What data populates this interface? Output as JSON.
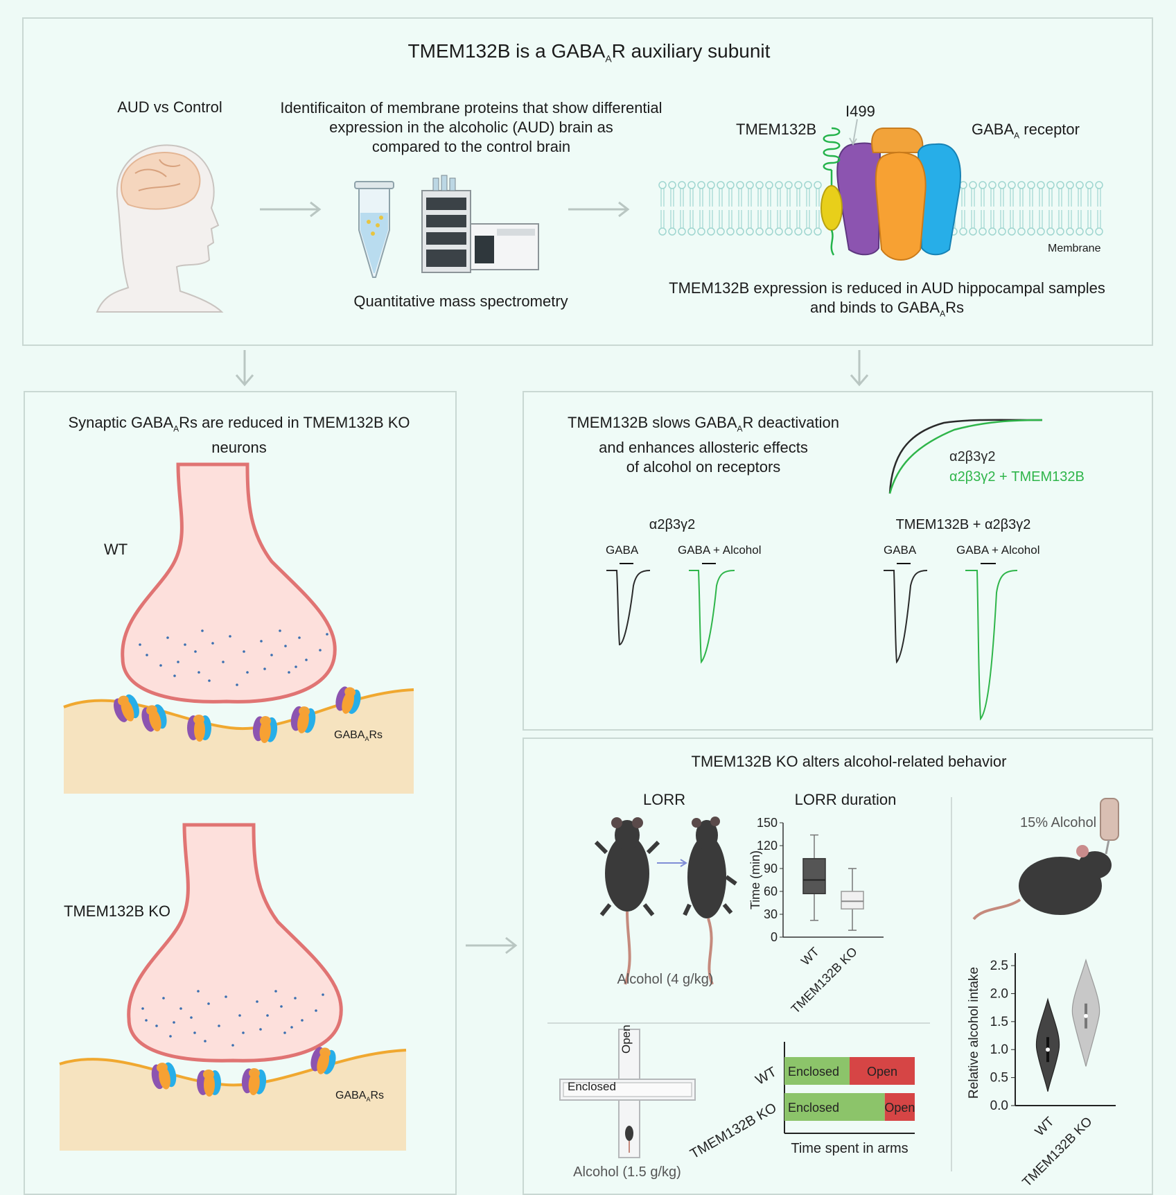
{
  "top": {
    "title_main": "TMEM132B is a GABA",
    "title_sub": "A",
    "title_end": "R auxiliary subunit",
    "aud_label": "AUD vs Control",
    "ident_text_l1": "Identificaiton of membrane proteins that show differential",
    "ident_text_l2": "expression in the alcoholic (AUD) brain as",
    "ident_text_l3": "compared to the control brain",
    "mass_spec": "Quantitative mass spectrometry",
    "tmem_label": "TMEM132B",
    "i499": "I499",
    "receptor_main": "GABA",
    "receptor_sub": "A",
    "receptor_end": " receptor",
    "membrane": "Membrane",
    "conclusion_l1": "TMEM132B expression is reduced in AUD hippocampal samples",
    "conclusion_l2_a": "and binds to GABA",
    "conclusion_l2_sub": "A",
    "conclusion_l2_b": "Rs"
  },
  "left": {
    "title_l1_a": "Synaptic GABA",
    "title_l1_sub": "A",
    "title_l1_b": "Rs are reduced in TMEM132B KO",
    "title_l2": "neurons",
    "wt": "WT",
    "ko": "TMEM132B KO",
    "gabars_a": "GABA",
    "gabars_sub": "A",
    "gabars_b": "Rs"
  },
  "deact": {
    "title_l1_a": "TMEM132B slows GABA",
    "title_l1_sub": "A",
    "title_l1_b": "R deactivation",
    "title_l2": "and enhances allosteric effects",
    "title_l3": "of alcohol on receptors",
    "legend_black": "α2β3γ2",
    "legend_green": "α2β3γ2 + TMEM132B",
    "group1": "α2β3γ2",
    "group2": "TMEM132B + α2β3γ2",
    "gaba": "GABA",
    "gaba_alcohol": "GABA + Alcohol"
  },
  "behavior": {
    "title": "TMEM132B KO alters alcohol-related behavior",
    "lorr": "LORR",
    "lorr_dose": "Alcohol (4 g/kg)",
    "alcohol_15": "15% Alcohol",
    "epm_dose": "Alcohol (1.5 g/kg)",
    "epm_open": "Open",
    "epm_enclosed": "Enclosed"
  },
  "colors": {
    "black_trace": "#2a2a2a",
    "green_trace": "#2fb54a",
    "enclosed": "#8cc46a",
    "open": "#d64545",
    "synapse_fill": "#fde0dc",
    "synapse_edge": "#e07473",
    "postsyn": "#f6e3bf",
    "membrane_line": "#f0a830"
  },
  "chart_data": [
    {
      "type": "box",
      "title": "LORR duration",
      "ylabel": "Time (min)",
      "categories": [
        "WT",
        "TMEM132B KO"
      ],
      "ylim": [
        0,
        150
      ],
      "yticks": [
        0,
        30,
        60,
        90,
        120,
        150
      ],
      "series": [
        {
          "name": "WT",
          "min": 22,
          "q1": 57,
          "median": 75,
          "q3": 103,
          "max": 134
        },
        {
          "name": "TMEM132B KO",
          "min": 9,
          "q1": 37,
          "median": 47,
          "q3": 60,
          "max": 90
        }
      ]
    },
    {
      "type": "bar",
      "stacked": true,
      "horizontal": true,
      "xlabel": "Time spent in arms",
      "categories": [
        "WT",
        "TMEM132B KO"
      ],
      "series": [
        {
          "name": "Enclosed",
          "values": [
            0.5,
            0.77
          ]
        },
        {
          "name": "Open",
          "values": [
            0.5,
            0.23
          ]
        }
      ]
    },
    {
      "type": "violin",
      "ylabel": "Relative alcohol intake",
      "categories": [
        "WT",
        "TMEM132B KO"
      ],
      "ylim": [
        0,
        2.6
      ],
      "yticks": [
        "0.0",
        "0.5",
        "1.0",
        "1.5",
        "2.0",
        "2.5"
      ],
      "series": [
        {
          "name": "WT",
          "median": 1.0,
          "min": 0.25,
          "max": 1.9
        },
        {
          "name": "TMEM132B KO",
          "median": 1.6,
          "min": 0.7,
          "max": 2.6
        }
      ]
    }
  ]
}
